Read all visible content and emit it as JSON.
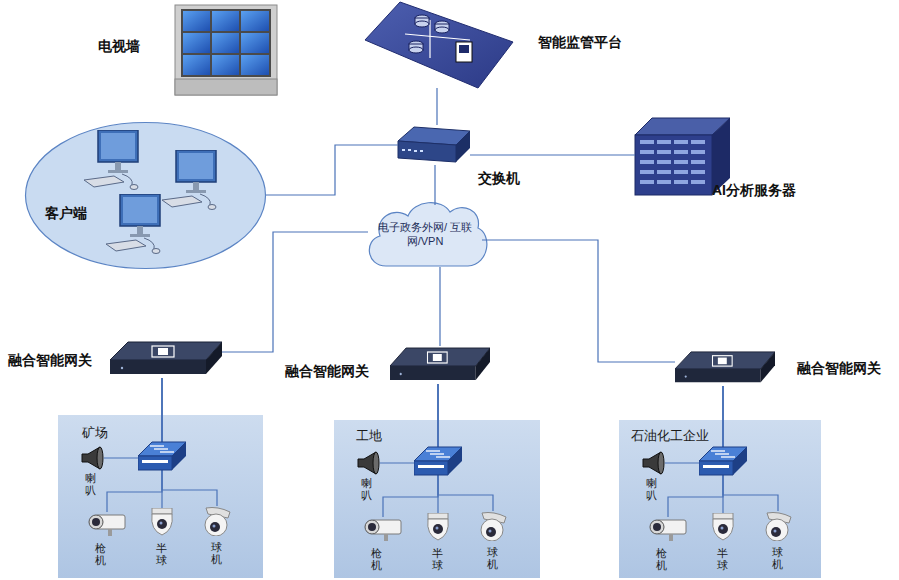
{
  "diagram": {
    "nodes": [
      {
        "text": [
          "电视墙"
        ]
      },
      {
        "text": [
          "智能监管平台"
        ]
      },
      {
        "text": [
          "客户端"
        ]
      },
      {
        "text": [
          "交换机"
        ]
      },
      {
        "text": [
          "AI分析服务器"
        ]
      },
      {
        "text": [
          "电子政务外网/ 互联网/VPN"
        ]
      },
      {
        "text": [
          "融合智能网关"
        ]
      },
      {
        "text": [
          "融合智能网关"
        ]
      },
      {
        "text": [
          "融合智能网关"
        ]
      },
      {
        "text": [
          "矿场"
        ]
      },
      {
        "text": [
          "喇叭"
        ],
        "in": 9
      },
      {
        "text": [
          "枪机"
        ],
        "in": 9
      },
      {
        "text": [
          "半球"
        ],
        "in": 9
      },
      {
        "text": [
          "球机"
        ],
        "in": 9
      },
      {
        "text": [
          "工地"
        ]
      },
      {
        "text": [
          "喇叭"
        ],
        "in": 14
      },
      {
        "text": [
          "枪机"
        ],
        "in": 14
      },
      {
        "text": [
          "半球"
        ],
        "in": 14
      },
      {
        "text": [
          "球机"
        ],
        "in": 14
      },
      {
        "text": [
          "石油化工企业"
        ]
      },
      {
        "text": [
          "喇叭"
        ],
        "in": 19
      },
      {
        "text": [
          "枪机"
        ],
        "in": 19
      },
      {
        "text": [
          "半球"
        ],
        "in": 19
      },
      {
        "text": [
          "球机"
        ],
        "in": 19
      }
    ],
    "edges": [
      {
        "from": 1,
        "to": 3,
        "arrow": "none"
      },
      {
        "from": 3,
        "to": 2,
        "arrow": "none"
      },
      {
        "from": 3,
        "to": 4,
        "arrow": "none"
      },
      {
        "from": 3,
        "to": 5,
        "arrow": "none"
      },
      {
        "from": 5,
        "to": 6,
        "arrow": "none"
      },
      {
        "from": 5,
        "to": 7,
        "arrow": "none"
      },
      {
        "from": 5,
        "to": 8,
        "arrow": "none"
      },
      {
        "from": 6,
        "to": 10,
        "arrow": "none"
      },
      {
        "from": 6,
        "to": 11,
        "arrow": "none"
      },
      {
        "from": 6,
        "to": 12,
        "arrow": "none"
      },
      {
        "from": 6,
        "to": 13,
        "arrow": "none"
      },
      {
        "from": 7,
        "to": 15,
        "arrow": "none"
      },
      {
        "from": 7,
        "to": 16,
        "arrow": "none"
      },
      {
        "from": 7,
        "to": 17,
        "arrow": "none"
      },
      {
        "from": 7,
        "to": 18,
        "arrow": "none"
      },
      {
        "from": 8,
        "to": 20,
        "arrow": "none"
      },
      {
        "from": 8,
        "to": 21,
        "arrow": "none"
      },
      {
        "from": 8,
        "to": 22,
        "arrow": "none"
      },
      {
        "from": 8,
        "to": 23,
        "arrow": "none"
      }
    ]
  }
}
